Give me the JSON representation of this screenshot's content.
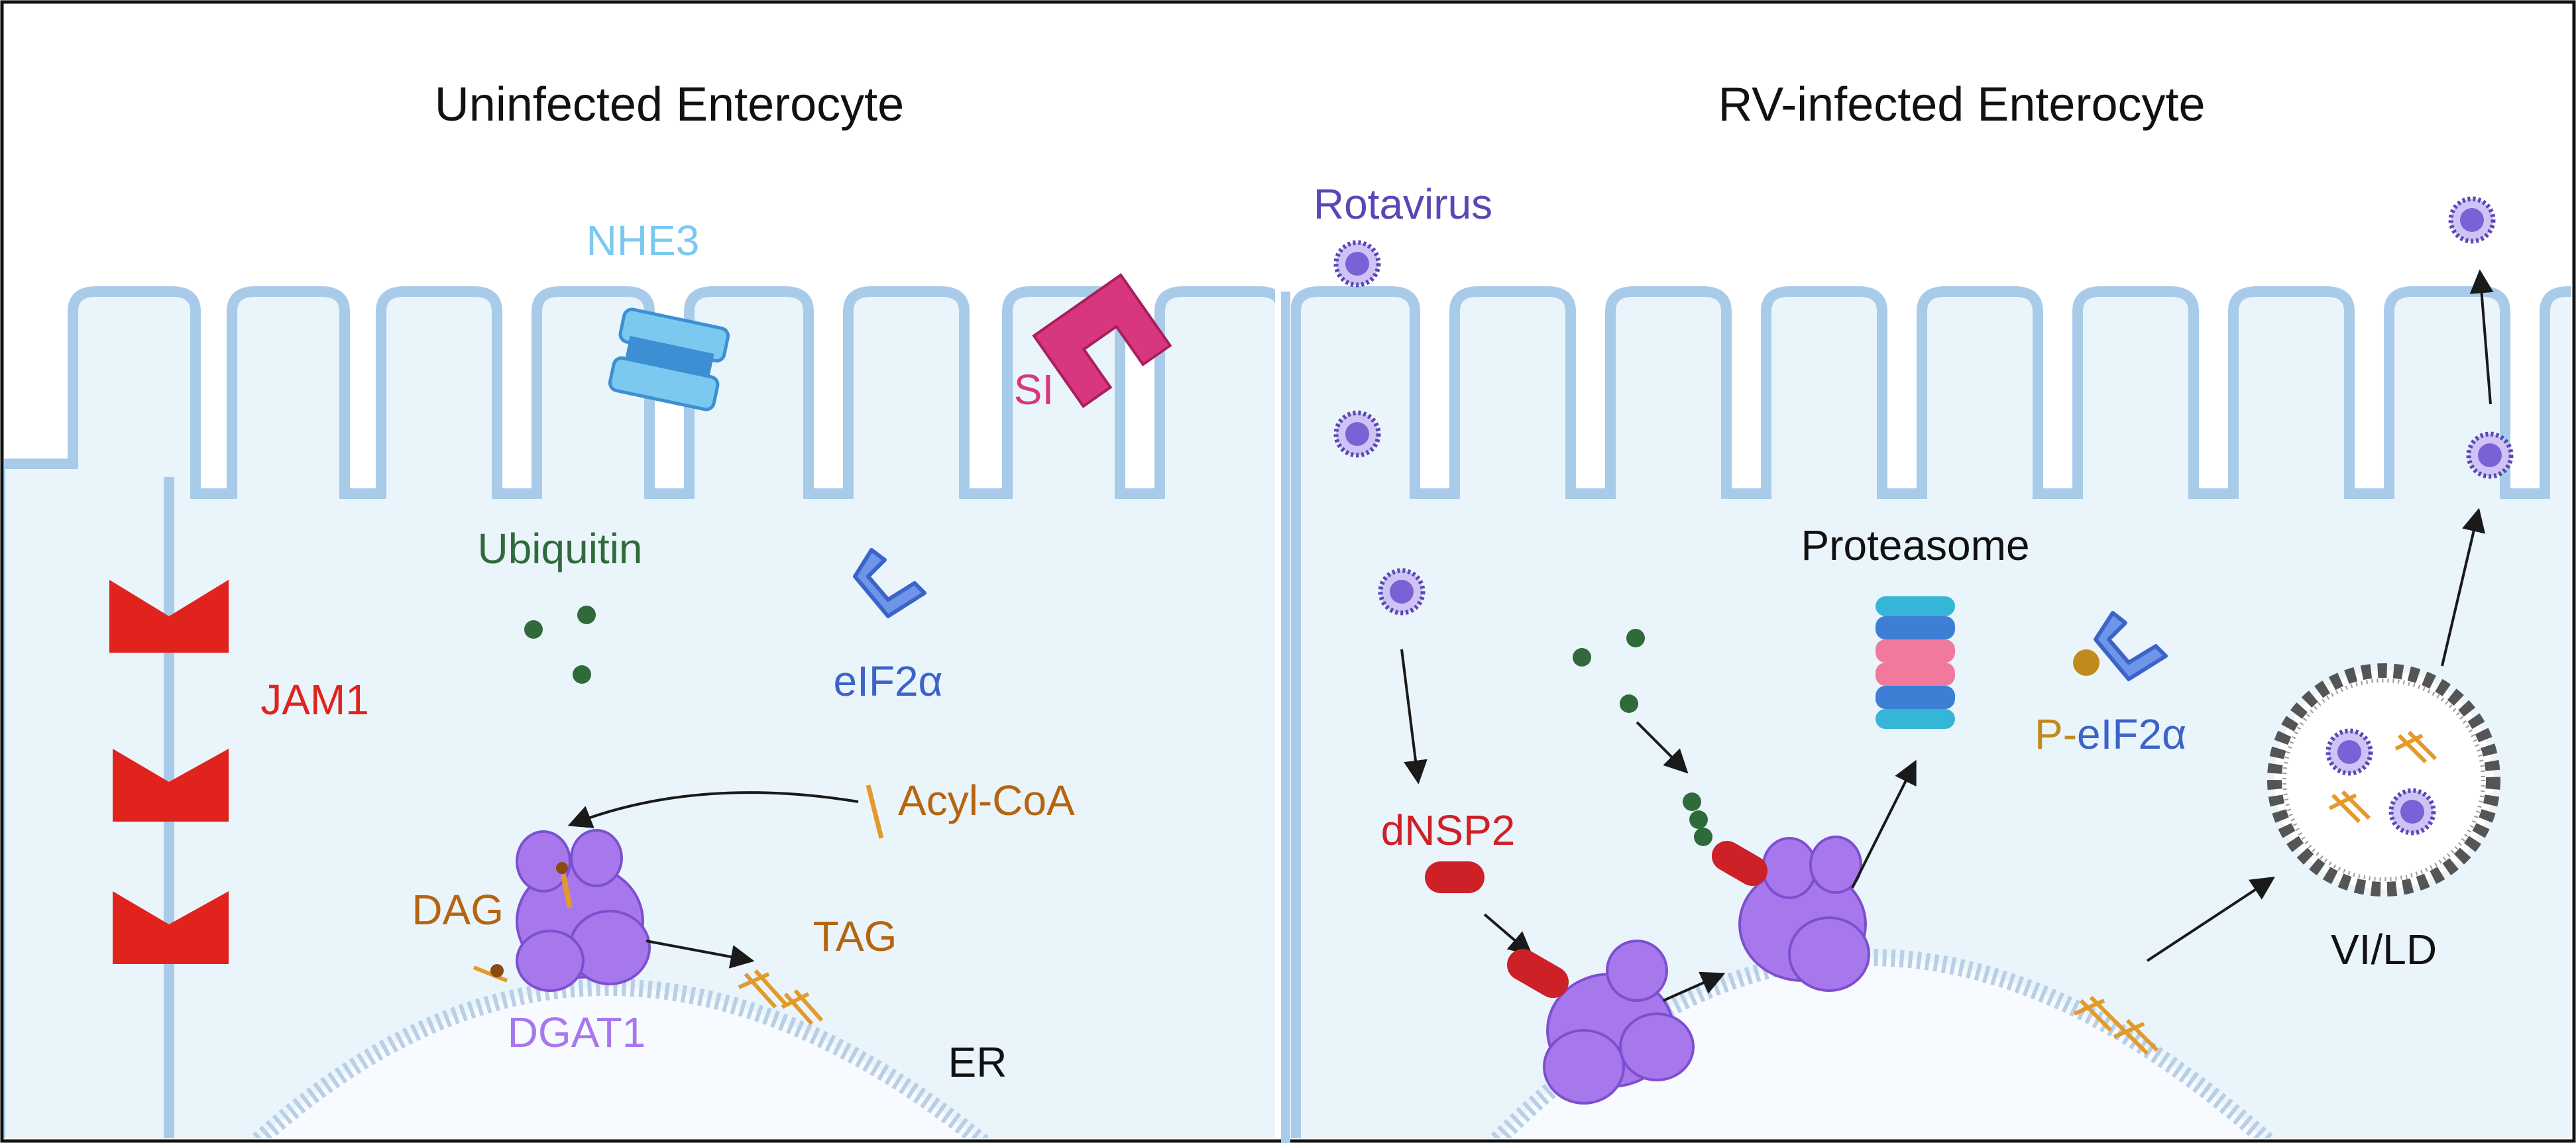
{
  "panels": {
    "left_title": "Uninfected Enterocyte",
    "right_title": "RV-infected Enterocyte"
  },
  "labels": {
    "nhe3": "NHE3",
    "si": "SI",
    "ubiquitin": "Ubiquitin",
    "eif2a": "eIF2α",
    "jam1": "JAM1",
    "acyl_coa": "Acyl-CoA",
    "dag": "DAG",
    "tag": "TAG",
    "dgat1": "DGAT1",
    "er": "ER",
    "rotavirus": "Rotavirus",
    "proteasome": "Proteasome",
    "p_prefix": "P-",
    "p_eif2a": "eIF2α",
    "dnsp2": "dNSP2",
    "vi_ld": "VI/LD"
  },
  "colors": {
    "membrane": "#a9cbea",
    "cytoplasm": "#eaf4fb",
    "nhe3": "#7cc9ef",
    "si": "#d8367f",
    "ubiquitin": "#2f6b3a",
    "eif2a": "#3c63c8",
    "jam1": "#e0231c",
    "lipid": "#b5650f",
    "dgat1": "#a777ec",
    "virus": "#5a47b5",
    "dnsp2": "#cd2027",
    "phospho": "#c08a1e"
  },
  "icons": [
    "nhe3-channel-icon",
    "si-enzyme-icon",
    "ubiquitin-dots-icon",
    "eif2a-icon",
    "jam1-junction-icon",
    "dgat1-enzyme-icon",
    "rotavirus-particle-icon",
    "proteasome-icon",
    "p-eif2a-icon",
    "dnsp2-icon",
    "vi-ld-droplet-icon",
    "acyl-coa-icon",
    "dag-icon",
    "tag-icon"
  ]
}
